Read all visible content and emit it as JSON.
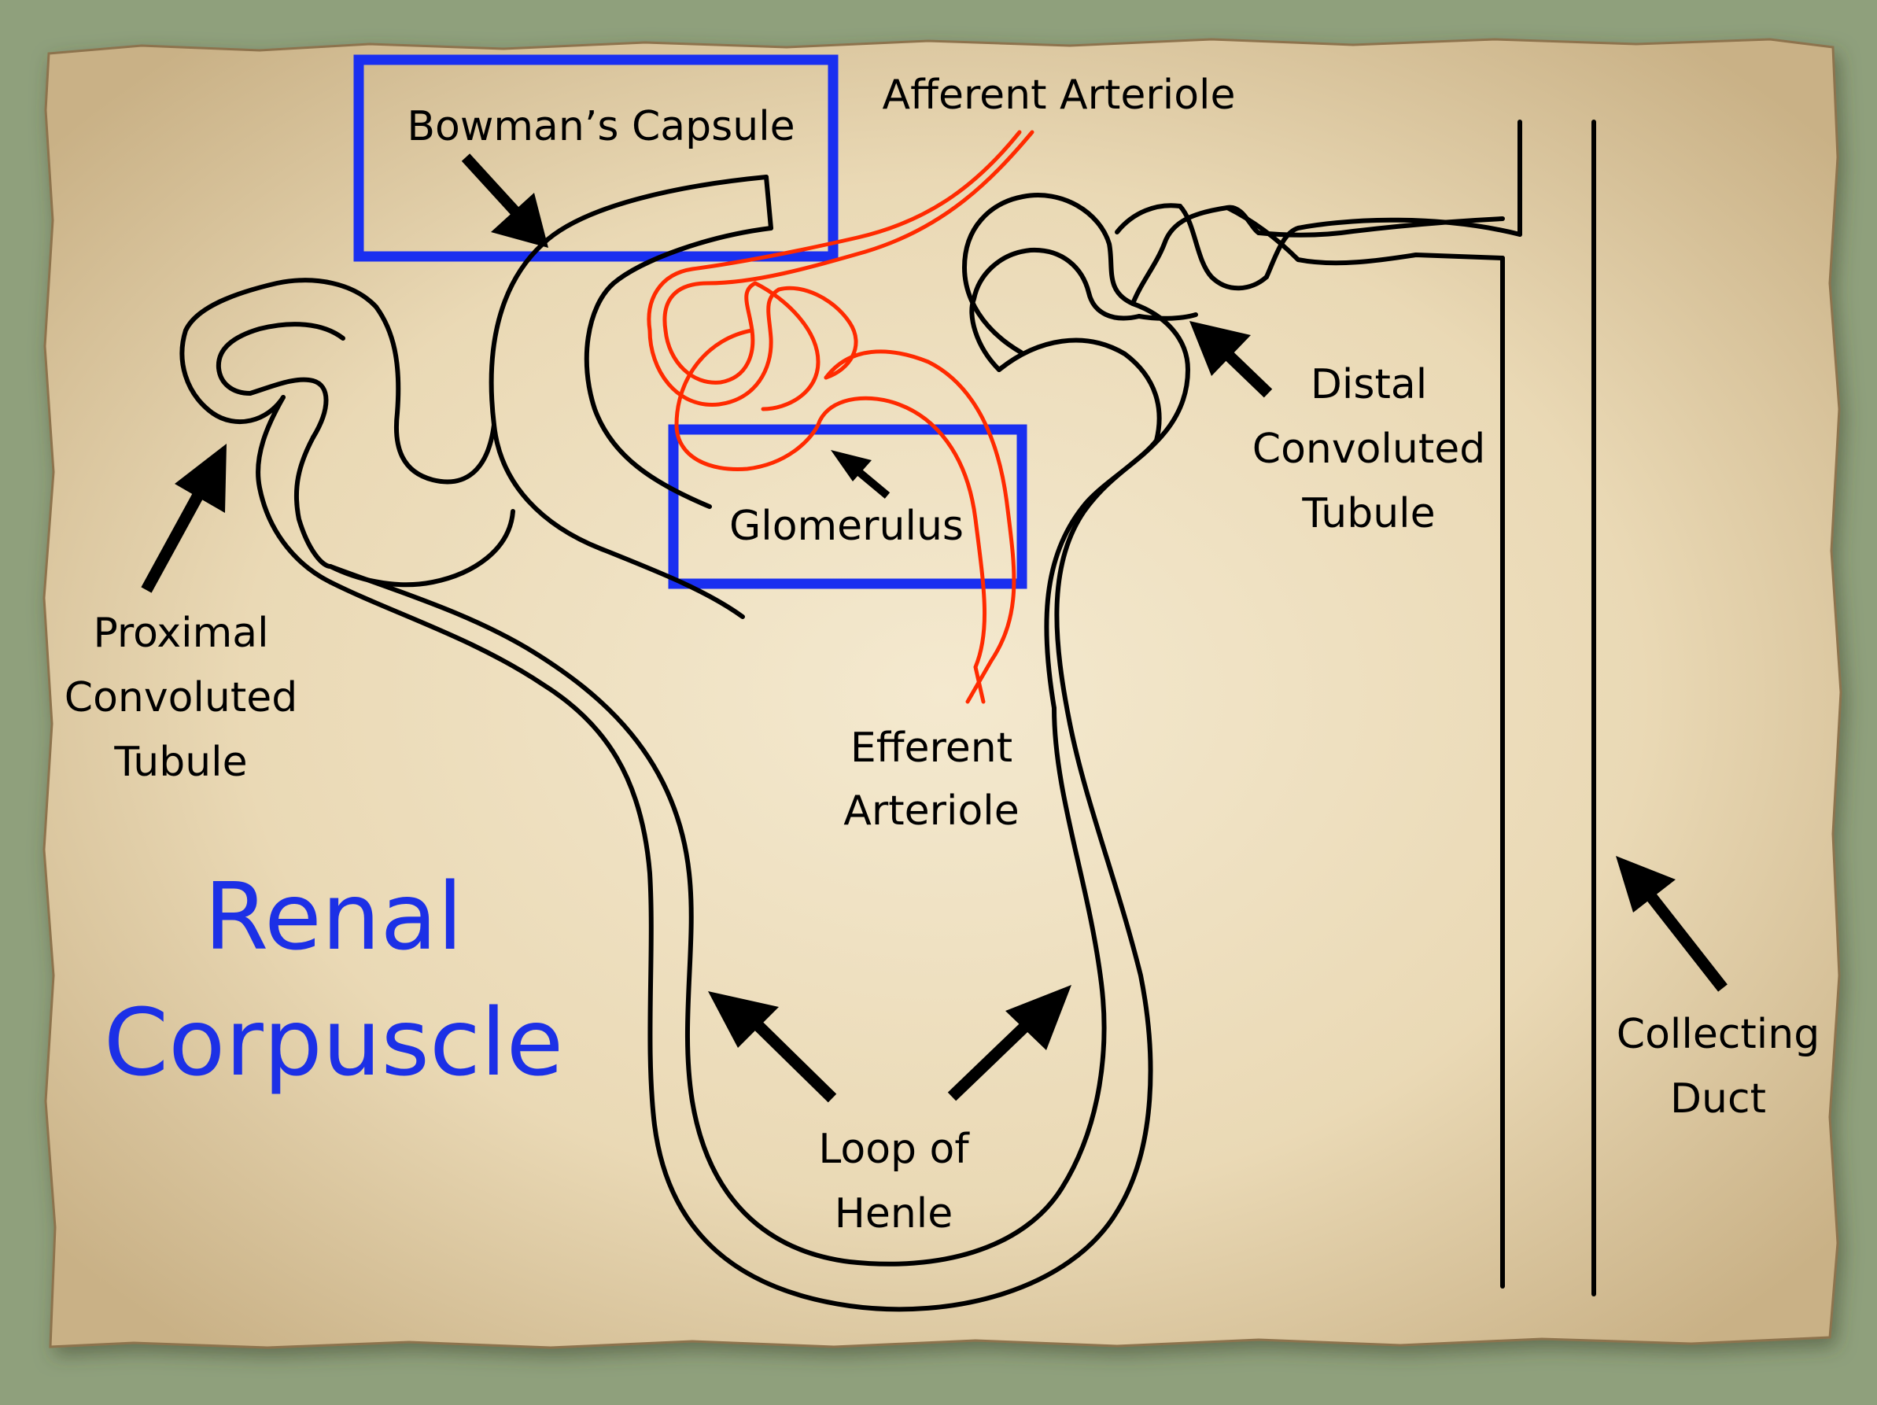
{
  "title": {
    "line1": "Renal",
    "line2": "Corpuscle"
  },
  "labels": {
    "bowmans_capsule": "Bowman’s Capsule",
    "afferent_arteriole": "Afferent Arteriole",
    "glomerulus": "Glomerulus",
    "efferent_line1": "Efferent",
    "efferent_line2": "Arteriole",
    "proximal_line1": "Proximal",
    "proximal_line2": "Convoluted",
    "proximal_line3": "Tubule",
    "distal_line1": "Distal",
    "distal_line2": "Convoluted",
    "distal_line3": "Tubule",
    "loop_line1": "Loop of",
    "loop_line2": "Henle",
    "collecting_line1": "Collecting",
    "collecting_line2": "Duct"
  },
  "colors": {
    "background": "#8fa07c",
    "parchment": "#eadbb9",
    "ink": "#000000",
    "vessel": "#ff2a00",
    "highlight": "#1a2ff0",
    "title": "#1c30e6"
  },
  "highlighted": [
    "bowmans_capsule",
    "glomerulus"
  ]
}
